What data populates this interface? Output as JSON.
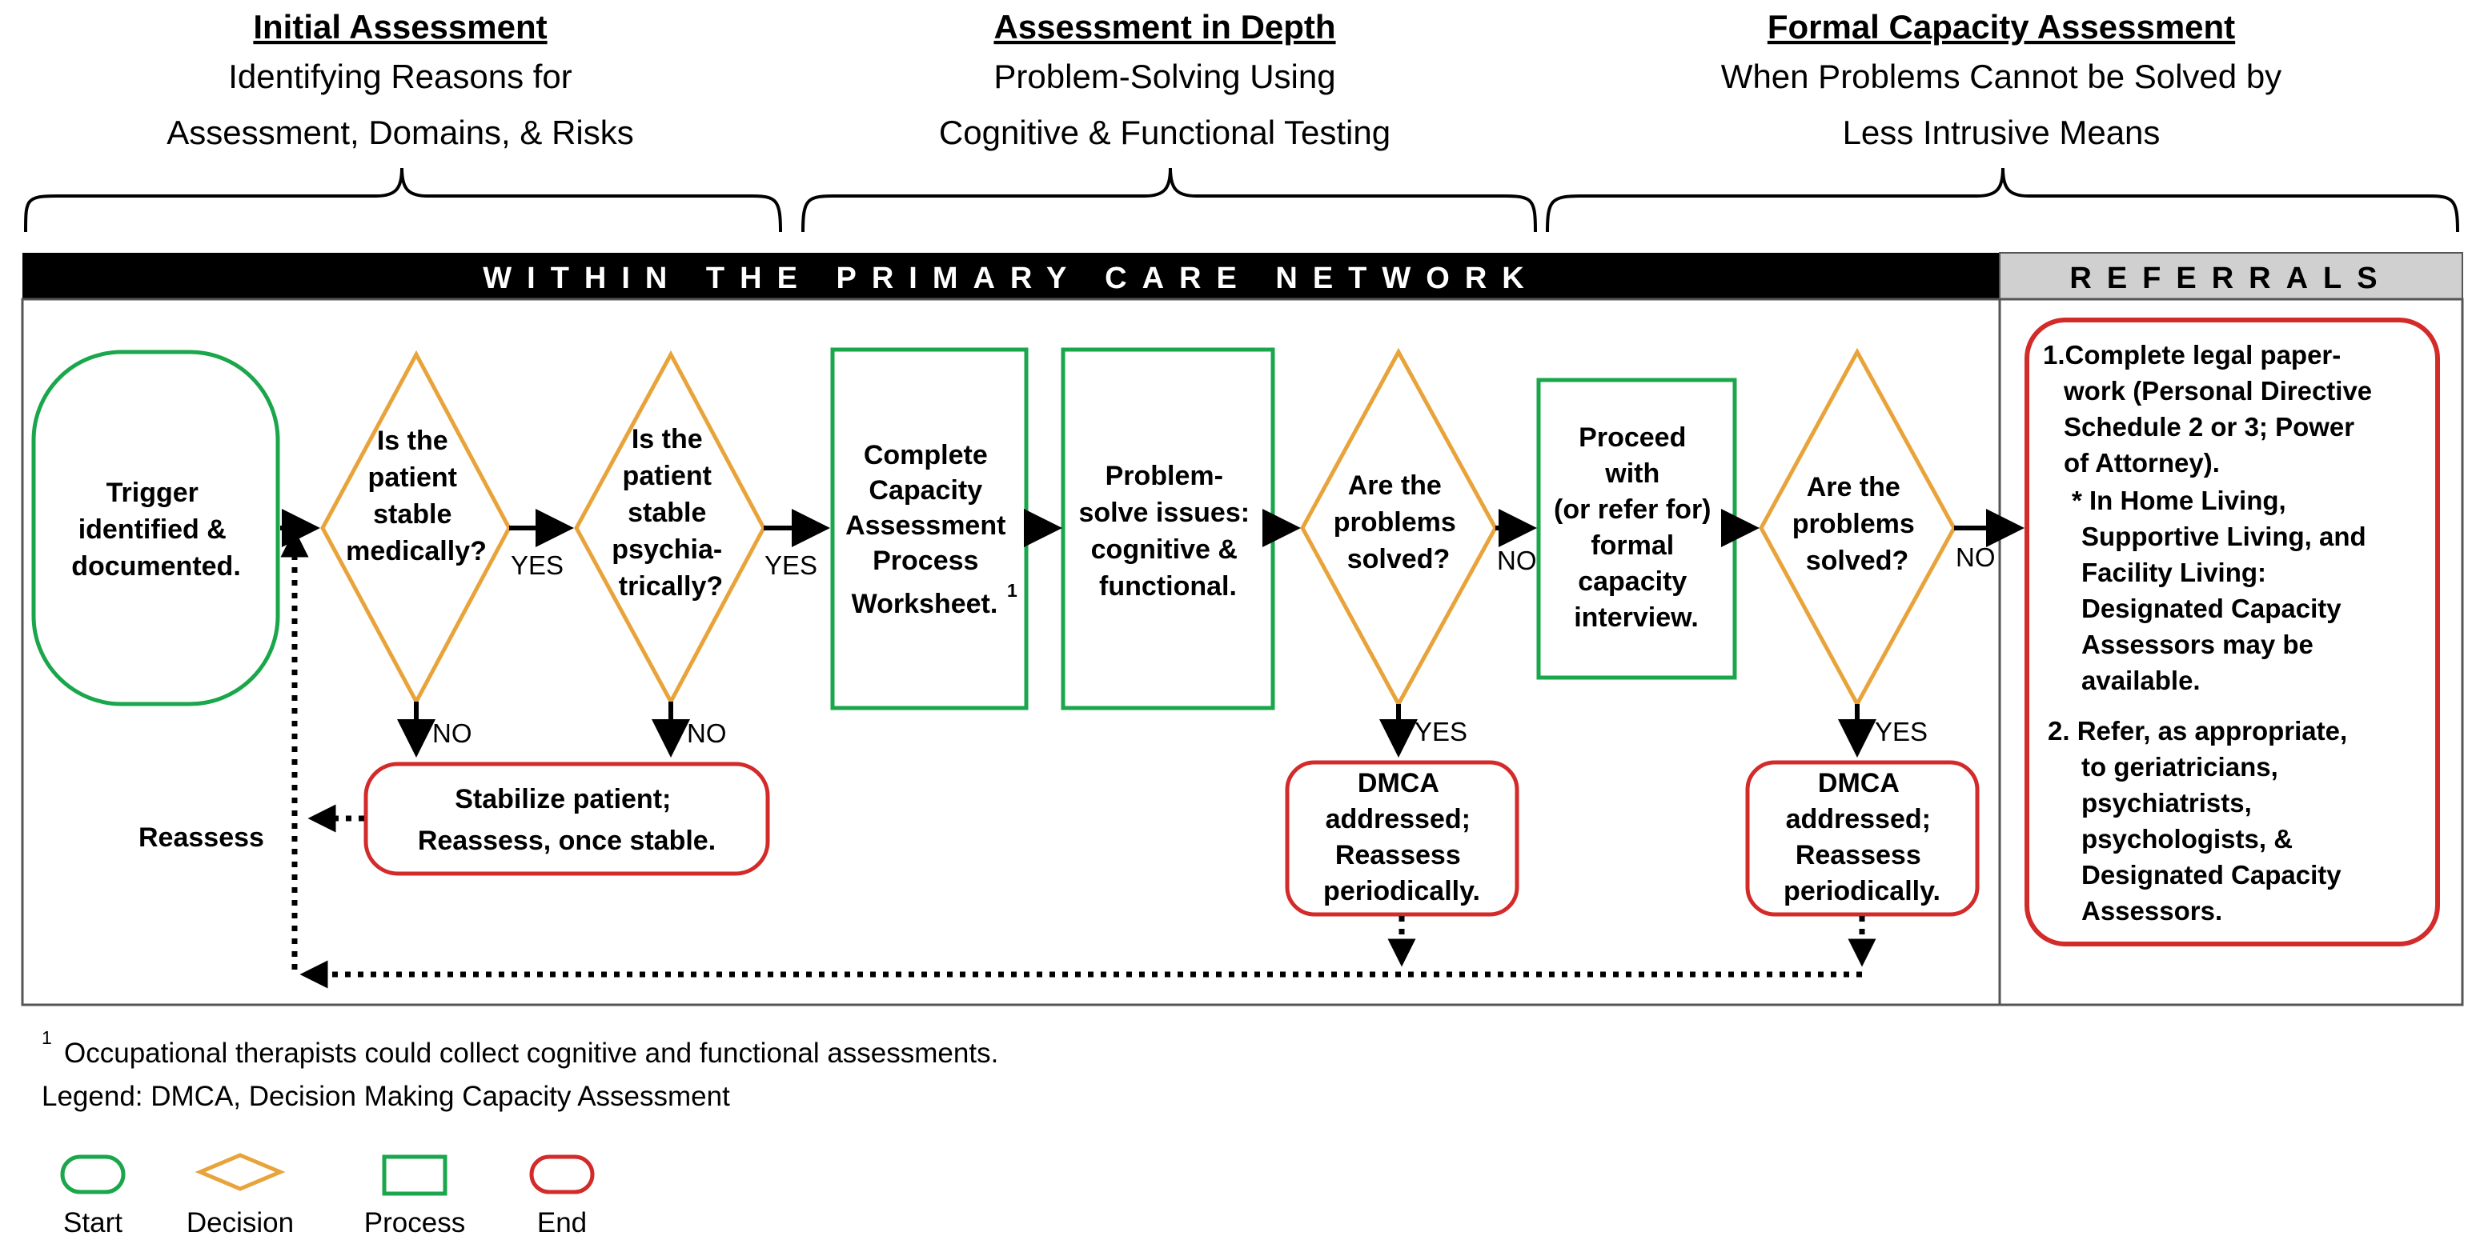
{
  "sections": [
    {
      "title": "Initial Assessment",
      "subtitle": [
        "Identifying Reasons for",
        "Assessment, Domains, & Risks"
      ]
    },
    {
      "title": "Assessment in Depth",
      "subtitle": [
        "Problem-Solving Using",
        "Cognitive & Functional Testing"
      ]
    },
    {
      "title": "Formal Capacity Assessment",
      "subtitle": [
        "When Problems Cannot be Solved by",
        "Less Intrusive Means"
      ]
    }
  ],
  "bands": {
    "primary": "WITHIN THE PRIMARY CARE NETWORK",
    "referrals": "REFERRALS"
  },
  "nodes": {
    "trigger": {
      "type": "start",
      "lines": [
        "Trigger",
        "identified &",
        "documented."
      ]
    },
    "stable_med": {
      "type": "decision",
      "lines": [
        "Is the",
        "patient",
        "stable",
        "medically?"
      ]
    },
    "stable_psy": {
      "type": "decision",
      "lines": [
        "Is the",
        "patient",
        "stable",
        "psychia-",
        "trically?"
      ]
    },
    "worksheet": {
      "type": "process",
      "lines": [
        "Complete",
        "Capacity",
        "Assessment",
        "Process",
        "Worksheet."
      ],
      "footnote_mark": "1"
    },
    "problem_solve": {
      "type": "process",
      "lines": [
        "Problem-",
        "solve issues:",
        "cognitive &",
        "functional."
      ]
    },
    "solved1": {
      "type": "decision",
      "lines": [
        "Are the",
        "problems",
        "solved?"
      ]
    },
    "formal": {
      "type": "process",
      "lines": [
        "Proceed",
        "with",
        "(or refer for)",
        "formal",
        "capacity",
        "interview."
      ]
    },
    "solved2": {
      "type": "decision",
      "lines": [
        "Are the",
        "problems",
        "solved?"
      ]
    },
    "stabilize": {
      "type": "end",
      "lines": [
        "Stabilize patient;",
        "Reassess, once stable."
      ]
    },
    "dmca1": {
      "type": "end",
      "lines": [
        "DMCA",
        "addressed;",
        "Reassess",
        "periodically."
      ]
    },
    "dmca2": {
      "type": "end",
      "lines": [
        "DMCA",
        "addressed;",
        "Reassess",
        "periodically."
      ]
    }
  },
  "edge_labels": {
    "yes": "YES",
    "no": "NO",
    "reassess": "Reassess"
  },
  "referrals_box": [
    "1.Complete legal paper-",
    "work (Personal Directive",
    "Schedule 2 or 3; Power",
    "of Attorney).",
    "* In Home Living,",
    "Supportive Living, and",
    "Facility Living:",
    "Designated Capacity",
    "Assessors may be",
    "available.",
    "2.  Refer, as appropriate,",
    "to geriatricians,",
    "psychiatrists,",
    "psychologists, &",
    "Designated Capacity",
    "Assessors."
  ],
  "footnote": {
    "mark": "1",
    "text": "Occupational therapists could collect cognitive and functional assessments."
  },
  "legend_text": "Legend: DMCA, Decision Making Capacity Assessment",
  "legend": [
    {
      "shape": "start",
      "label": "Start"
    },
    {
      "shape": "decision",
      "label": "Decision"
    },
    {
      "shape": "process",
      "label": "Process"
    },
    {
      "shape": "end",
      "label": "End"
    }
  ],
  "colors": {
    "start": "#1aa64b",
    "decision": "#e8a33a",
    "process": "#1aa64b",
    "end": "#d32a2a",
    "band_dark": "#000000",
    "band_light": "#d0d0d0"
  }
}
